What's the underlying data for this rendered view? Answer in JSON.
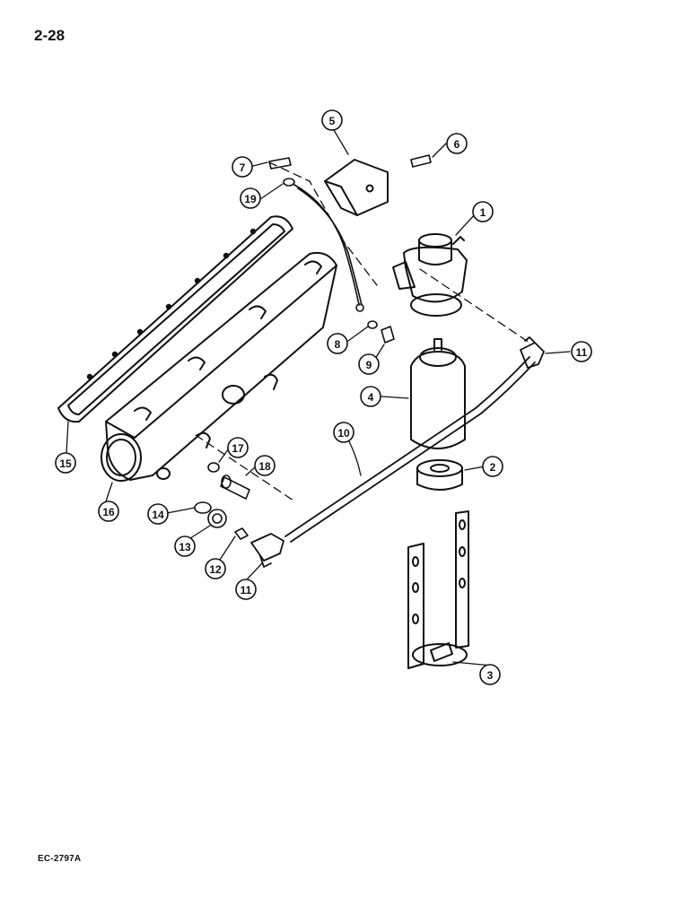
{
  "page_number": "2-28",
  "figure_code": "EC-2797A",
  "callouts": [
    "1",
    "2",
    "3",
    "4",
    "5",
    "6",
    "7",
    "8",
    "9",
    "10",
    "11",
    "11",
    "12",
    "13",
    "14",
    "15",
    "16",
    "17",
    "18",
    "19"
  ]
}
